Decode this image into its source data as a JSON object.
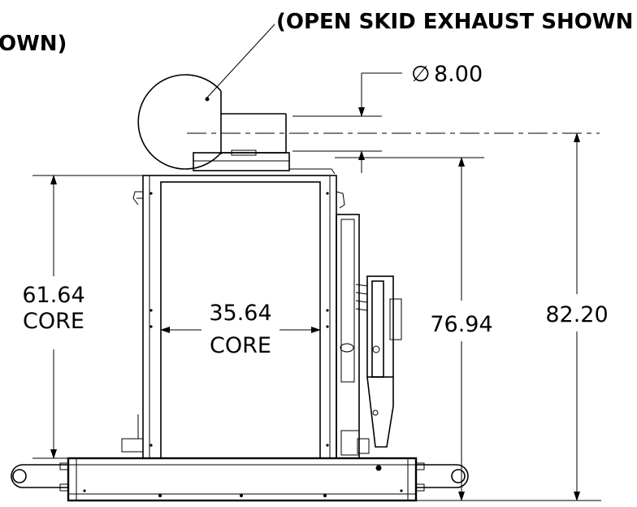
{
  "labels": {
    "left_note": "OWN)",
    "top_note": "(OPEN SKID EXHAUST SHOWN"
  },
  "dimensions": {
    "exhaust_diameter": "8.00",
    "diameter_symbol": "∅",
    "core_height_value": "61.64",
    "core_height_label": "CORE",
    "core_width_value": "35.64",
    "core_width_label": "CORE",
    "height_top_unit": "76.94",
    "overall_height": "82.20"
  }
}
